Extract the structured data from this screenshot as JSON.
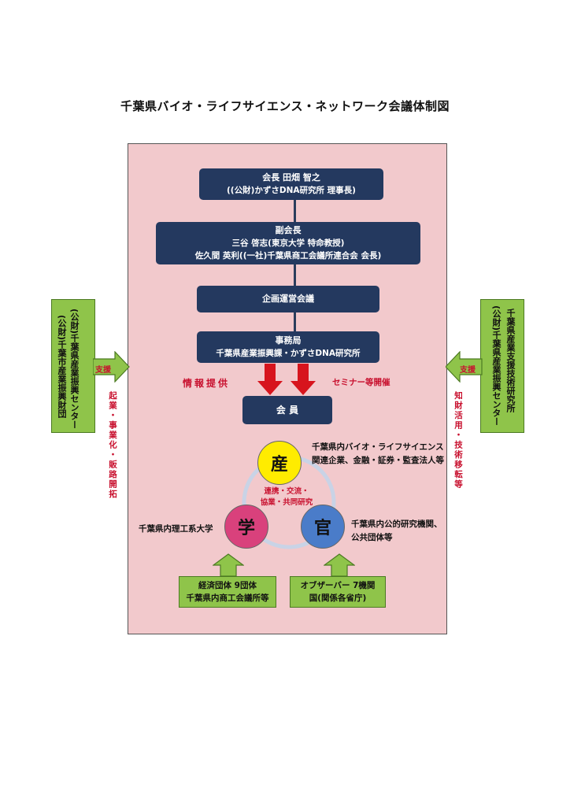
{
  "title": "千葉県バイオ・ライフサイエンス・ネットワーク会議体制図",
  "org": {
    "chair": [
      "会長 田畑 智之",
      "((公財)かずさDNA研究所 理事長)"
    ],
    "vice": [
      "副会長",
      "三谷 啓志(東京大学 特命教授)",
      "佐久間 英利((一社)千葉県商工会議所連合会 会長)"
    ],
    "planning": "企画運営会議",
    "secretariat": [
      "事務局",
      "千葉県産業振興課・かずさDNA研究所"
    ],
    "members": "会 員"
  },
  "labels": {
    "info": "情報提供",
    "seminar": "セミナー等開催",
    "support_left": "支援",
    "support_right": "支援"
  },
  "left_box": {
    "line1": "(公財)千葉県産業振興センター",
    "line2": "(公財)千葉市産業振興財団",
    "red": "起業・事業化・販路開拓"
  },
  "right_box": {
    "line1": "(公財)千葉県産業振興センター",
    "line2": "千葉県産業支援技術研究所",
    "red": "知財活用・技術移転等"
  },
  "triad": {
    "industry": "産",
    "academia": "学",
    "government": "官",
    "center": [
      "連携・交流・",
      "協業・共同研究"
    ],
    "industry_desc": [
      "千葉県内バイオ・ライフサイエンス",
      "関連企業、金融・証券・監査法人等"
    ],
    "academia_desc": "千葉県内理工系大学",
    "government_desc": [
      "千葉県内公的研究機関、",
      "公共団体等"
    ]
  },
  "bottom": {
    "left": [
      "経済団体 9団体",
      "千葉県内商工会議所等"
    ],
    "right": [
      "オブザーバー 7機関",
      "国(関係各省庁)"
    ]
  },
  "colors": {
    "navy": "#24395f",
    "pink_bg": "#f2c9cc",
    "green": "#8fc44a",
    "red": "#c8102e",
    "industry": "#ffec00",
    "academia": "#d9417c",
    "government": "#4a7cc9"
  }
}
